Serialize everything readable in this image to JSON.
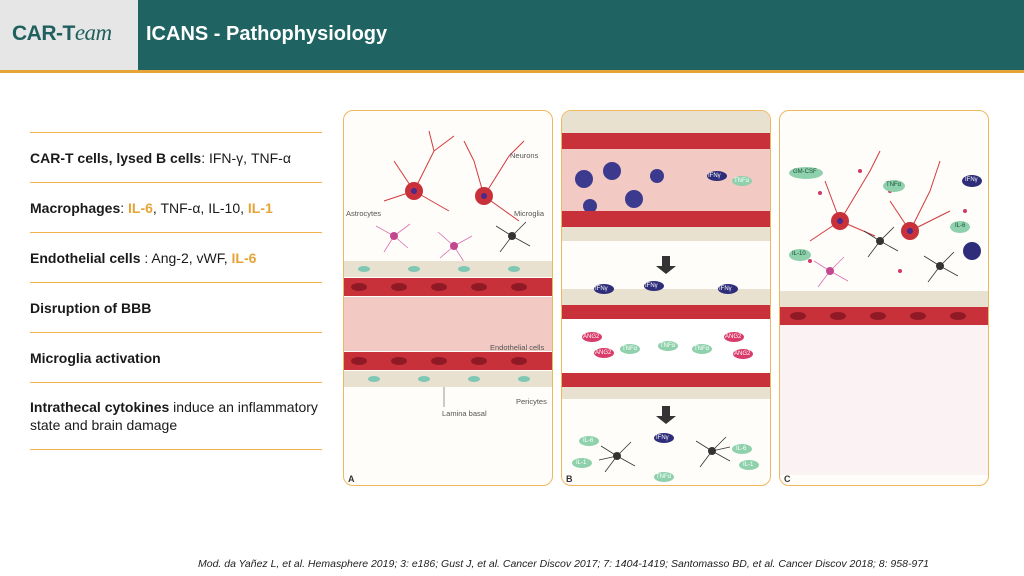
{
  "header": {
    "logo_part1": "CAR-T",
    "logo_part2": "eam",
    "title": "ICANS - Pathophysiology"
  },
  "list": {
    "item1": {
      "bold": "CAR-T cells, lysed B cells",
      "rest": ": IFN-γ, TNF-α"
    },
    "item2": {
      "bold": "Macrophages",
      "sep1": ": ",
      "hl1": "IL-6",
      "mid": ", TNF-α, IL-10, ",
      "hl2": "IL-1"
    },
    "item3": {
      "bold": "Endothelial cells",
      "mid": " : Ang-2, vWF, ",
      "hl": "IL-6"
    },
    "item4": {
      "bold": "Disruption of BBB"
    },
    "item5": {
      "bold": "Microglia activation"
    },
    "item6": {
      "bold": "Intrathecal cytokines",
      "rest": " induce an inflammatory state and brain damage"
    }
  },
  "figure": {
    "panel_a": {
      "letter": "A",
      "neurons": "Neurons",
      "astrocytes": "Astrocytes",
      "microglia": "Microglia",
      "endothelial": "Endothelial cells",
      "pericytes": "Pericytes",
      "lamina": "Lamina basal"
    },
    "panel_b": {
      "letter": "B",
      "ifng": "IFNγ",
      "tnfa": "TNFα",
      "ang2": "ANG2",
      "il6": "IL-6",
      "il1": "IL-1"
    },
    "panel_c": {
      "letter": "C",
      "gmcsf": "GM-CSF",
      "tnfa": "TNFα",
      "ifng": "IFNγ",
      "il6": "IL-6",
      "il10": "IL-10"
    }
  },
  "footer": "Mod. da Yañez L, et al. Hemasphere 2019; 3: e186; Gust J, et al. Cancer Discov 2017; 7: 1404-1419; Santomasso BD, et al. Cancer Discov 2018; 8: 958-971",
  "colors": {
    "header_bg": "#1f6462",
    "accent": "#e6a437",
    "panel_border": "#efb860",
    "vessel_red": "#c8313a"
  }
}
